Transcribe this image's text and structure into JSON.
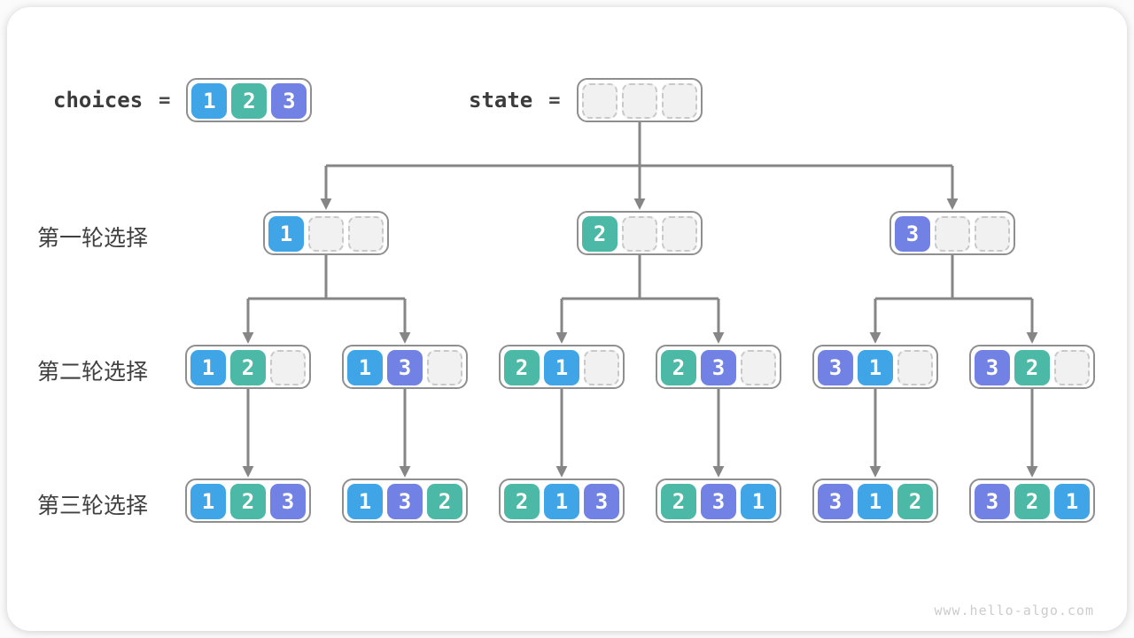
{
  "top": {
    "choices_label": "choices",
    "state_label": "state",
    "equals": "=",
    "choices_values": [
      1,
      2,
      3
    ],
    "state_values": [
      null,
      null,
      null
    ]
  },
  "row_labels": [
    "第一轮选择",
    "第二轮选择",
    "第三轮选择"
  ],
  "tree": {
    "level1": [
      [
        1,
        null,
        null
      ],
      [
        2,
        null,
        null
      ],
      [
        3,
        null,
        null
      ]
    ],
    "level2": [
      [
        1,
        2,
        null
      ],
      [
        1,
        3,
        null
      ],
      [
        2,
        1,
        null
      ],
      [
        2,
        3,
        null
      ],
      [
        3,
        1,
        null
      ],
      [
        3,
        2,
        null
      ]
    ],
    "level3": [
      [
        1,
        2,
        3
      ],
      [
        1,
        3,
        2
      ],
      [
        2,
        1,
        3
      ],
      [
        2,
        3,
        1
      ],
      [
        3,
        1,
        2
      ],
      [
        3,
        2,
        1
      ]
    ]
  },
  "colors": {
    "1": "#3fa5e6",
    "2": "#4cb9a6",
    "3": "#7282e4",
    "arrow": "#868686",
    "node_border": "#8f8f8f",
    "text_dark": "#3b3b3b"
  },
  "watermark": "www.hello-algo.com"
}
